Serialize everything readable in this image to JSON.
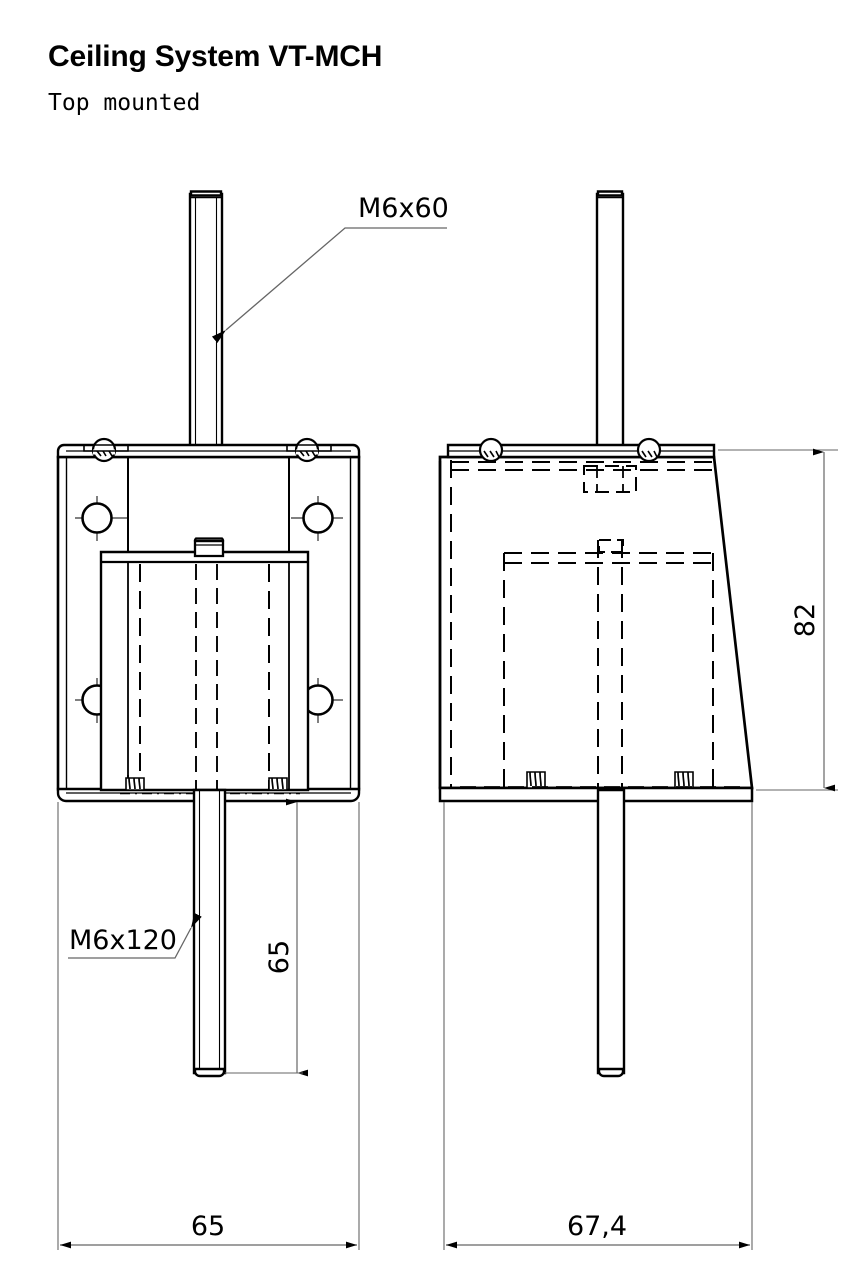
{
  "document": {
    "title": "Ceiling System VT-MCH",
    "subtitle": "Top mounted",
    "background_color": "#ffffff",
    "line_color": "#000000",
    "thin_line_color": "#808080"
  },
  "labels": {
    "top_rod": "M6x60",
    "bottom_rod": "M6x120"
  },
  "dimensions": {
    "height_side": "82",
    "rod_length": "65",
    "front_width": "65",
    "side_width": "67,4"
  },
  "views": {
    "front": {
      "name": "front-view",
      "caption": "65"
    },
    "side": {
      "name": "side-view",
      "caption": "67,4"
    }
  }
}
